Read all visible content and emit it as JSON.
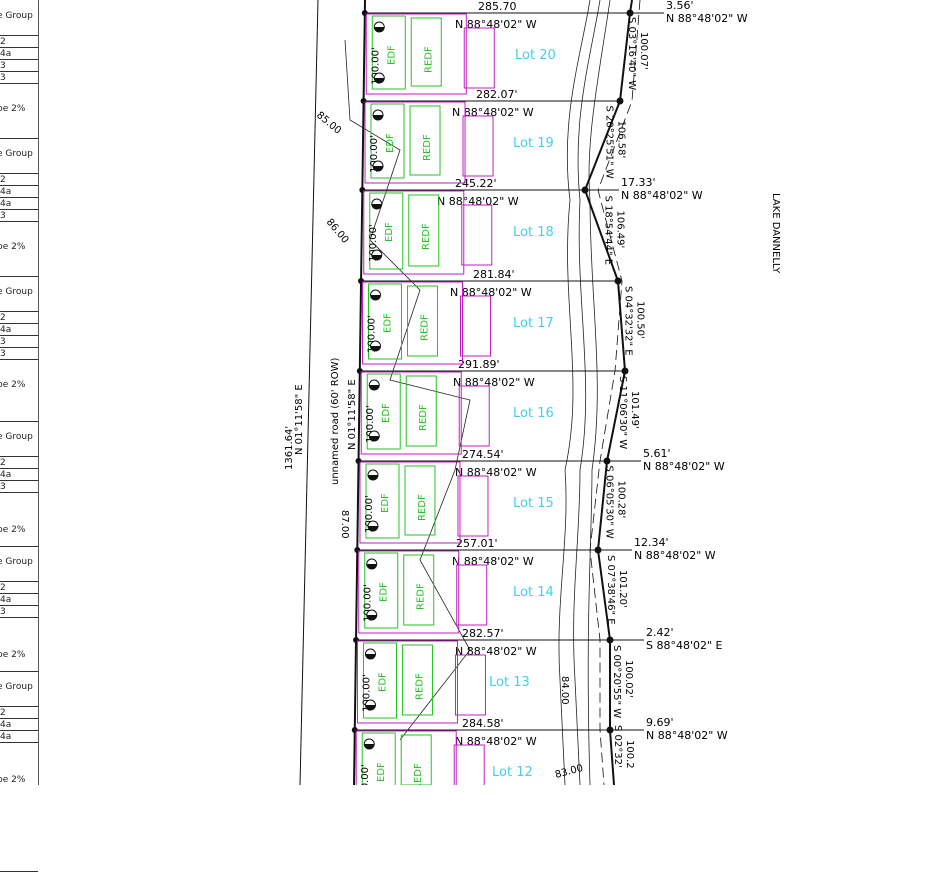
{
  "legend_blocks": [
    {
      "header": "e Group",
      "rows": [
        "2",
        "4a",
        "3",
        "3"
      ],
      "slope": "be 2%"
    },
    {
      "header": "e Group",
      "rows": [
        "2",
        "4a",
        "4a",
        "3"
      ],
      "slope": "be 2%"
    },
    {
      "header": "e Group",
      "rows": [
        "2",
        "4a",
        "3",
        "3"
      ],
      "slope": "be 2%"
    },
    {
      "header": "e Group",
      "rows": [
        "2",
        "4a",
        "3"
      ],
      "slope": "be 2%"
    },
    {
      "header": "e Group",
      "rows": [
        "2",
        "4a",
        "3"
      ],
      "slope": "be 2%"
    },
    {
      "header": "e Group",
      "rows": [
        "2",
        "4a",
        "4a"
      ],
      "slope": "be 2%"
    }
  ],
  "road": {
    "name": "unnamed road (60' ROW)",
    "bearing": "N 01°11'58\" E",
    "west_length": "1361.64'",
    "west_bearing": "N 01°11'58\" E"
  },
  "lake": "LAKE DANNELLY",
  "labels": {
    "edf": "EDF",
    "redf": "REDF",
    "frontage": "100.00'"
  },
  "contours": [
    "85.00",
    "86.00",
    "87.00",
    "84.00",
    "83.00"
  ],
  "colors": {
    "lot_label": "#3fd3e8",
    "drainfield": "#27c227",
    "house": "#c21fc2",
    "line": "#111111"
  },
  "boundaries": [
    {
      "length": "285.70",
      "bearing": "N 88°48'02\" W",
      "offset": "3.56'",
      "offset_bearing": "N 88°48'02\" W"
    },
    {
      "length": "282.07'",
      "bearing": "N 88°48'02\" W"
    },
    {
      "length": "245.22'",
      "bearing": "N 88°48'02\" W",
      "offset": "17.33'",
      "offset_bearing": "N 88°48'02\" W"
    },
    {
      "length": "281.84'",
      "bearing": "N 88°48'02\" W"
    },
    {
      "length": "291.89'",
      "bearing": "N 88°48'02\" W"
    },
    {
      "length": "274.54'",
      "bearing": "N 88°48'02\" W",
      "offset": "5.61'",
      "offset_bearing": "N 88°48'02\" W"
    },
    {
      "length": "257.01'",
      "bearing": "N 88°48'02\" W",
      "offset": "12.34'",
      "offset_bearing": "N 88°48'02\" W"
    },
    {
      "length": "282.57'",
      "bearing": "N 88°48'02\" W",
      "offset": "2.42'",
      "offset_bearing": "S 88°48'02\" E"
    },
    {
      "length": "284.58'",
      "bearing": "N 88°48'02\" W",
      "offset": "9.69'",
      "offset_bearing": "N 88°48'02\" W"
    }
  ],
  "lots": [
    {
      "name": "Lot 20",
      "shore_bearing": "S 03°16'40\" W",
      "shore_length": "100.07'"
    },
    {
      "name": "Lot 19",
      "shore_bearing": "S 20°25'51\" W",
      "shore_length": "106.58'"
    },
    {
      "name": "Lot 18",
      "shore_bearing": "S 18°54'44\" E",
      "shore_length": "106.49'"
    },
    {
      "name": "Lot 17",
      "shore_bearing": "S 04°32'32\" E",
      "shore_length": "100.50'"
    },
    {
      "name": "Lot 16",
      "shore_bearing": "S 11°06'30\" W",
      "shore_length": "101.49'"
    },
    {
      "name": "Lot 15",
      "shore_bearing": "S 06°05'30\" W",
      "shore_length": "100.28'"
    },
    {
      "name": "Lot 14",
      "shore_bearing": "S 07°38'46\" E",
      "shore_length": "101.20'"
    },
    {
      "name": "Lot 13",
      "shore_bearing": "S 00°20'55\" W",
      "shore_length": "100.02'"
    },
    {
      "name": "Lot 12",
      "shore_bearing": "S 02°32'",
      "shore_length": "100.2"
    }
  ]
}
